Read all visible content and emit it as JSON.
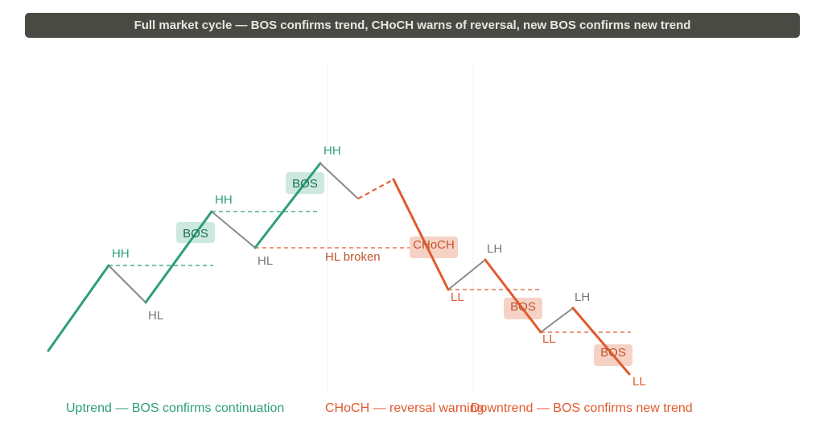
{
  "title": "Full market cycle — BOS confirms trend, CHoCH warns of reversal, new BOS confirms new trend",
  "colors": {
    "uptrend": "#2e9e7a",
    "pullback": "#8a8a8a",
    "downtrend": "#e05a2e",
    "bos_bg_up": "#cde9de",
    "bos_bg_down": "#f6d2c6",
    "label_gray": "#777777"
  },
  "labels": {
    "hh1": "HH",
    "hl1": "HL",
    "bos1": "BOS",
    "hh2": "HH",
    "hl2": "HL",
    "bos2": "BOS",
    "hh3": "HH",
    "hl_broken": "HL broken",
    "choch": "CHoCH",
    "ll1": "LL",
    "lh1": "LH",
    "bos3": "BOS",
    "ll2": "LL",
    "lh2": "LH",
    "bos4": "BOS",
    "ll3": "LL"
  },
  "captions": {
    "uptrend": "Uptrend — BOS confirms continuation",
    "choch": "CHoCH — reversal warning",
    "downtrend": "Downtrend — BOS confirms new trend"
  }
}
